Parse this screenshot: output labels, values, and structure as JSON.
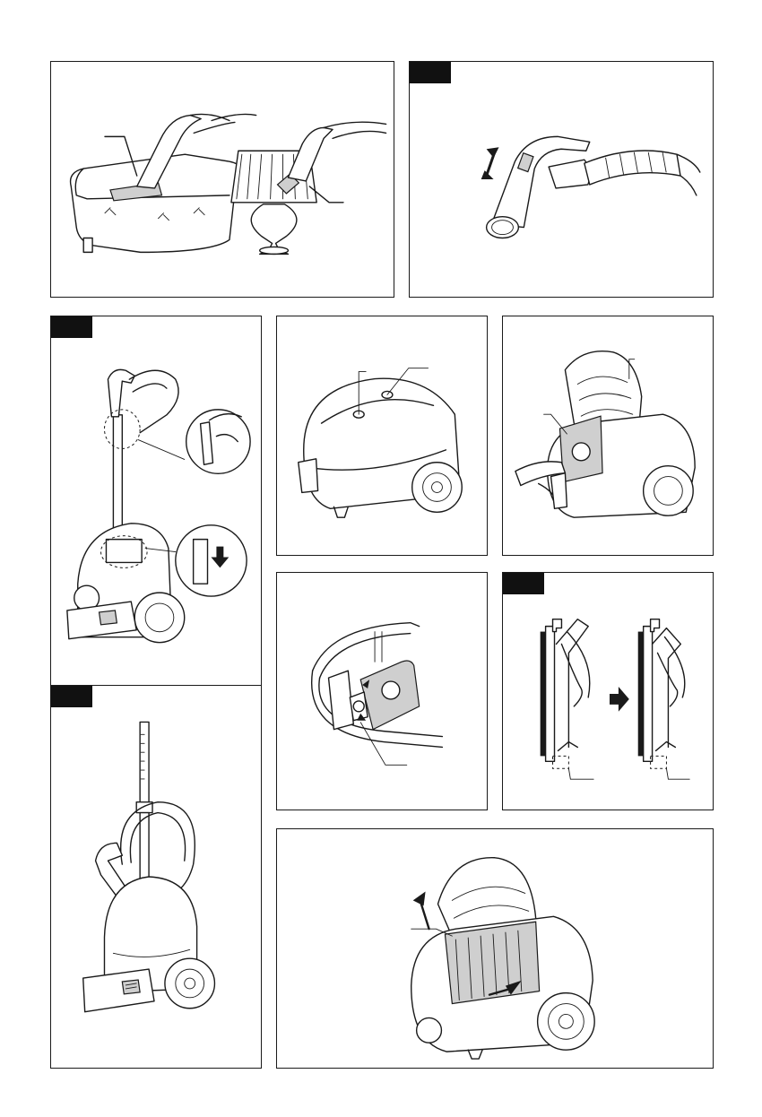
{
  "page": {
    "panels": [
      {
        "id": "attachments",
        "has_step_badge": false
      },
      {
        "id": "hose-handle",
        "has_step_badge": true
      },
      {
        "id": "tube-connection",
        "has_step_badge": true
      },
      {
        "id": "parking-storage",
        "has_step_badge": true
      },
      {
        "id": "cleaner-closed",
        "has_step_badge": false
      },
      {
        "id": "lid-open-bag",
        "has_step_badge": false
      },
      {
        "id": "bag-holder",
        "has_step_badge": false
      },
      {
        "id": "bag-fitting-steps",
        "has_step_badge": true
      },
      {
        "id": "filter-removal",
        "has_step_badge": false
      }
    ],
    "colors": {
      "line": "#1a1a1a",
      "badge": "#111111",
      "paper": "#ffffff",
      "shade": "#cfcfcf"
    }
  }
}
